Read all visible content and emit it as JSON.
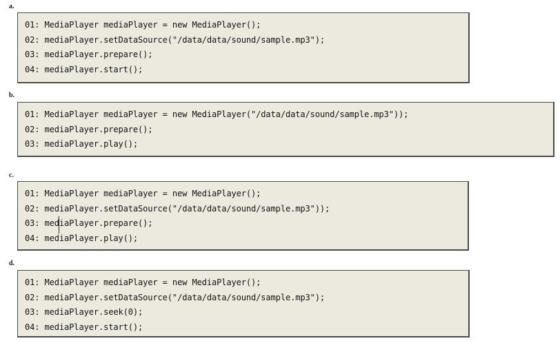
{
  "figure": {
    "kind": "multiple-choice-code-listings",
    "background_color": "#FFFFFF",
    "code_box_fill": "#ECE9DF",
    "code_box_border": "#4A4A4A",
    "code_text_color": "#141414"
  },
  "options": [
    {
      "label": "a.",
      "lines": [
        "01: MediaPlayer mediaPlayer = new MediaPlayer();",
        "02: mediaPlayer.setDataSource(\"/data/data/sound/sample.mp3\");",
        "03: mediaPlayer.prepare();",
        "04: mediaPlayer.start();"
      ]
    },
    {
      "label": "b.",
      "lines": [
        "01: MediaPlayer mediaPlayer = new MediaPlayer(\"/data/data/sound/sample.mp3\"));",
        "02: mediaPlayer.prepare();",
        "03: mediaPlayer.play();"
      ]
    },
    {
      "label": "c.",
      "lines": [
        "01: MediaPlayer mediaPlayer = new MediaPlayer();",
        "02: mediaPlayer.setDataSource(\"/data/data/sound/sample.mp3\"));",
        "03: mediaPlayer.prepare();",
        "04: mediaPlayer.play();"
      ],
      "text_caret": {
        "present": true,
        "on_line_index": 2,
        "after_characters": "03: med"
      }
    },
    {
      "label": "d.",
      "lines": [
        "01: MediaPlayer mediaPlayer = new MediaPlayer();",
        "02: mediaPlayer.setDataSource(\"/data/data/sound/sample.mp3\");",
        "03: mediaPlayer.seek(0);",
        "04: mediaPlayer.start();"
      ]
    }
  ]
}
